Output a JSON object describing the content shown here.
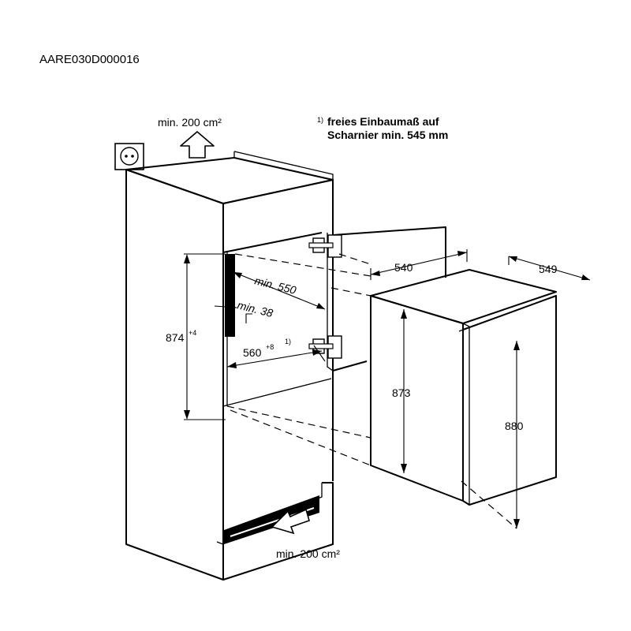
{
  "doc_code": "AARE030D000016",
  "vent_top": "min. 200 cm²",
  "vent_bottom": "min. 200 cm²",
  "footnote": {
    "marker": "1)",
    "line1": "freies Einbaumaß auf",
    "line2": "Scharnier min. 545 mm"
  },
  "dimensions": {
    "niche_height": "874",
    "niche_height_tol": "+4",
    "depth_min": "min. 550",
    "gap_min": "min. 38",
    "width": "560",
    "width_tol": "+8",
    "width_note": "1)",
    "appliance_depth": "540",
    "appliance_depth_door": "549",
    "appliance_height": "873",
    "appliance_height_door": "880"
  },
  "icons": [
    "power-socket-icon",
    "vent-up-arrow-icon",
    "vent-in-arrow-icon",
    "hinge-icon"
  ]
}
